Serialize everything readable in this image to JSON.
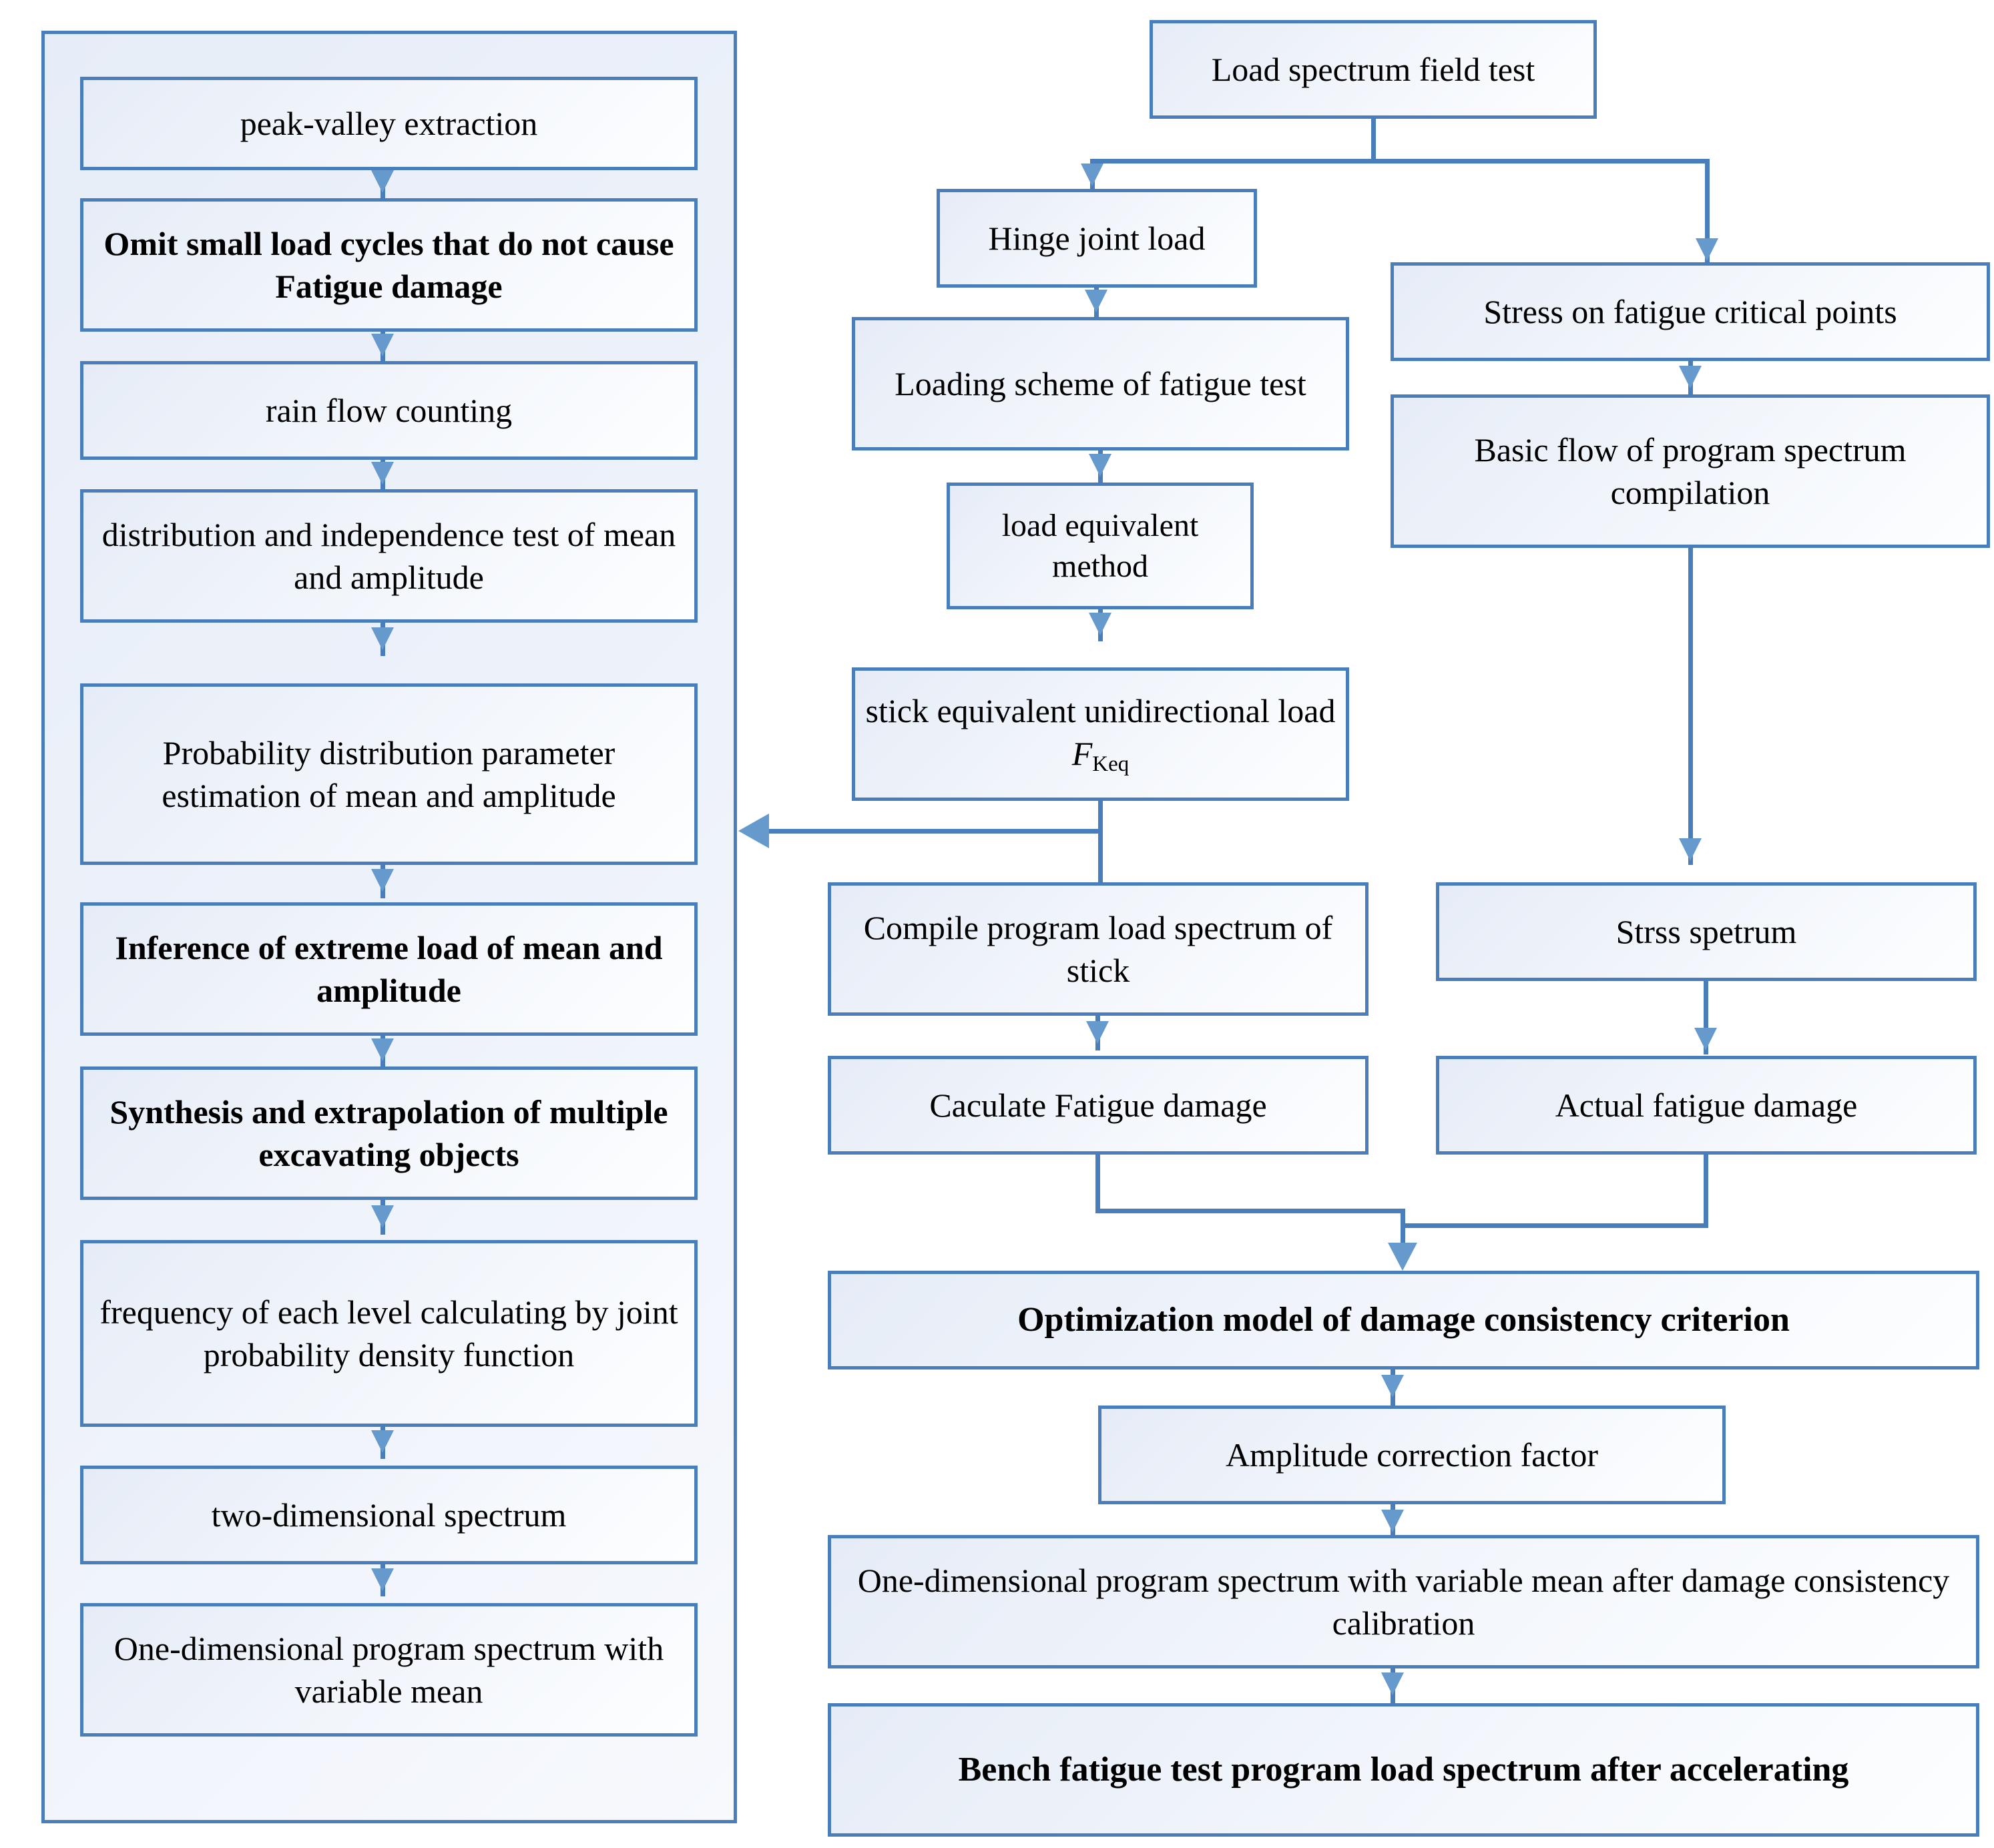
{
  "diagram": {
    "title": "Fatigue load spectrum compilation flowchart",
    "accent_color": "#4a7ebb",
    "arrow_color": "#6699cc",
    "panel_fill": "#e8edf7",
    "node_fill": "#eef2fa"
  },
  "left_panel": {
    "name": "load spectrum compilation sub-process",
    "nodes": [
      {
        "id": "peak-valley-extraction",
        "label": "peak-valley extraction",
        "bold": false
      },
      {
        "id": "omit-small-load-cycles",
        "label": "Omit small load cycles that do not cause Fatigue damage",
        "bold": true
      },
      {
        "id": "rain-flow-counting",
        "label": "rain flow counting",
        "bold": false
      },
      {
        "id": "distribution-independence-test",
        "label": "distribution and independence test of mean and amplitude",
        "bold": false
      },
      {
        "id": "probability-distribution-parameter-estimation",
        "label": "Probability distribution parameter estimation of mean and amplitude",
        "bold": false
      },
      {
        "id": "inference-of-extreme-load",
        "label": "Inference of extreme load of mean and amplitude",
        "bold": true
      },
      {
        "id": "synthesis-extrapolation",
        "label": "Synthesis and extrapolation of multiple excavating objects",
        "bold": true
      },
      {
        "id": "frequency-of-each-level",
        "label": "frequency of each level calculating by joint probability density function",
        "bold": false
      },
      {
        "id": "two-dimensional-spectrum",
        "label": "two-dimensional spectrum",
        "bold": false
      },
      {
        "id": "one-dimensional-program-spectrum",
        "label": "One-dimensional program spectrum with variable mean",
        "bold": false
      }
    ]
  },
  "middle_column": {
    "nodes": [
      {
        "id": "load-spectrum-field-test",
        "label": "Load spectrum field test",
        "bold": false
      },
      {
        "id": "hinge-joint-load",
        "label": "Hinge joint load",
        "bold": false
      },
      {
        "id": "loading-scheme-of-fatigue-test",
        "label": "Loading scheme of fatigue test",
        "bold": false
      },
      {
        "id": "load-equivalent-method",
        "label": "load equivalent method",
        "bold": false
      },
      {
        "id": "stick-equivalent-unidirectional-load",
        "label_pre": "stick equivalent unidirectional load ",
        "label_var": "F",
        "label_sub": "Keq",
        "bold": false
      },
      {
        "id": "compile-program-load-spectrum-of-stick",
        "label": "Compile program load spectrum of stick",
        "bold": false
      },
      {
        "id": "caculate-fatigue-damage",
        "label": "Caculate Fatigue damage",
        "bold": false
      }
    ]
  },
  "right_column": {
    "nodes": [
      {
        "id": "stress-on-fatigue-critical-points",
        "label": "Stress on fatigue critical points",
        "bold": false
      },
      {
        "id": "basic-flow-of-program-spectrum-compilation",
        "label": "Basic flow of program spectrum compilation",
        "bold": false
      },
      {
        "id": "strss-spetrum",
        "label": "Strss spetrum",
        "bold": false
      },
      {
        "id": "actual-fatigue-damage",
        "label": "Actual fatigue damage",
        "bold": false
      }
    ]
  },
  "bottom_chain": {
    "nodes": [
      {
        "id": "optimization-model-of-damage-consistency-criterion",
        "label": "Optimization model of damage consistency criterion",
        "bold": true
      },
      {
        "id": "amplitude-correction-factor",
        "label": "Amplitude correction factor",
        "bold": false
      },
      {
        "id": "one-dimensional-program-spectrum-calibrated",
        "label": "One-dimensional program spectrum with variable mean after damage consistency calibration",
        "bold": false
      },
      {
        "id": "bench-fatigue-test-program-load-spectrum",
        "label": "Bench fatigue test program load spectrum after accelerating",
        "bold": true
      }
    ]
  }
}
